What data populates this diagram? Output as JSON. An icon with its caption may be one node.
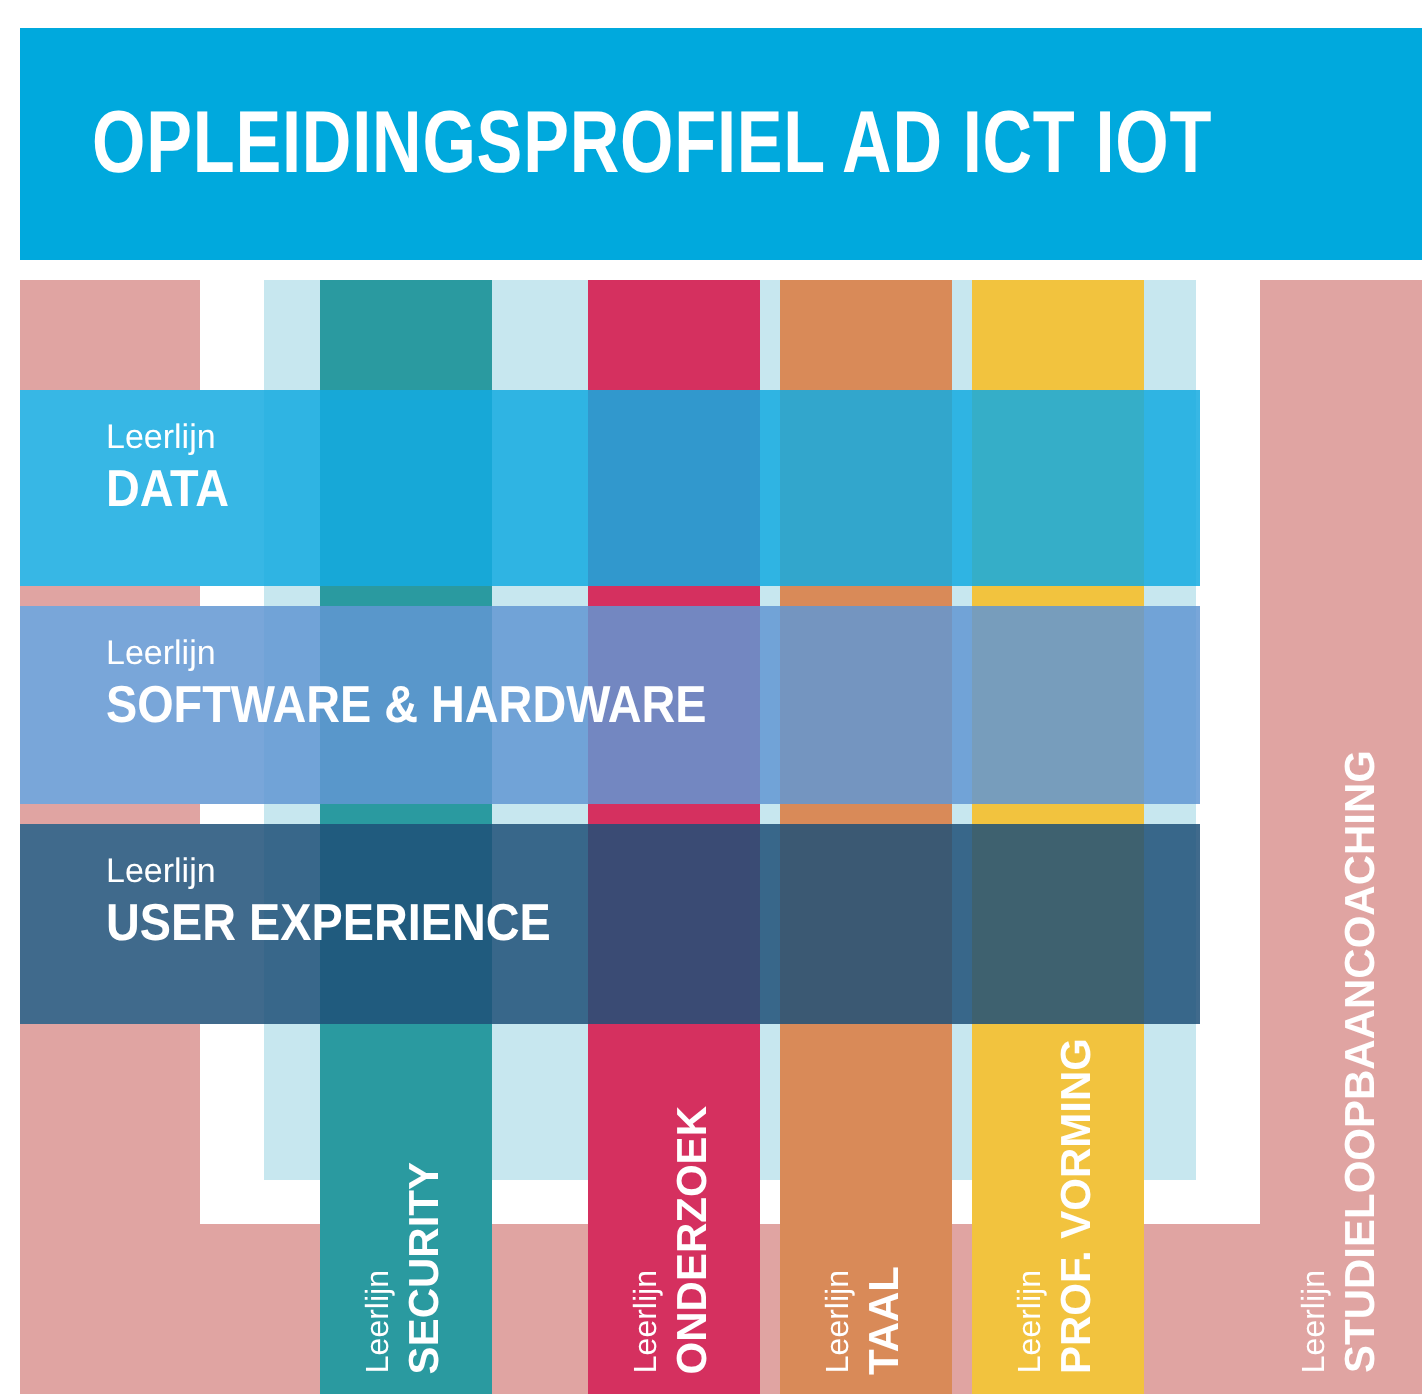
{
  "diagram": {
    "title": "OPLEIDINGSPROFIEL AD ICT IOT",
    "nodes": [
      {
        "text": [
          "Leerlijn",
          "DATA"
        ]
      },
      {
        "text": [
          "Leerlijn",
          "SOFTWARE & HARDWARE"
        ]
      },
      {
        "text": [
          "Leerlijn",
          "USER EXPERIENCE"
        ]
      },
      {
        "text": [
          "Leerlijn",
          "SECURITY"
        ]
      },
      {
        "text": [
          "Leerlijn",
          "ONDERZOEK"
        ]
      },
      {
        "text": [
          "Leerlijn",
          "TAAL"
        ]
      },
      {
        "text": [
          "Leerlijn",
          "PROF. VORMING"
        ]
      },
      {
        "text": [
          "Leerlijn",
          "STUDIELOOPBAANCOACHING"
        ]
      }
    ]
  }
}
